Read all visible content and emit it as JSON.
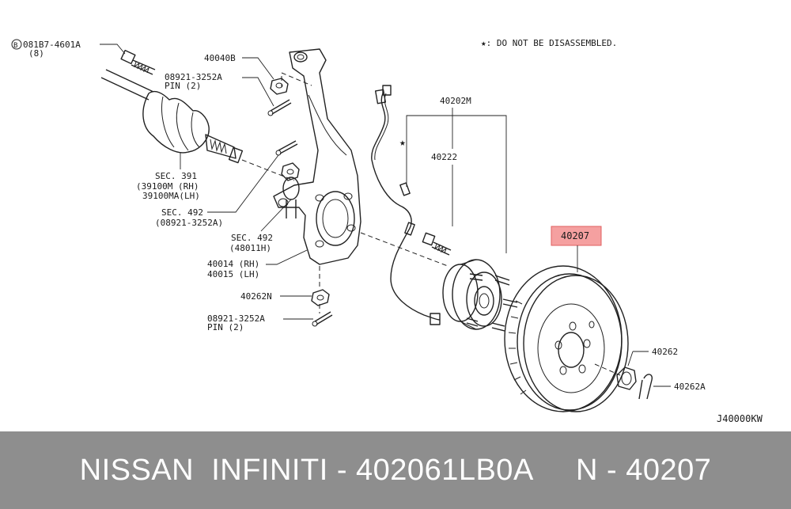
{
  "note": "★: DO NOT BE DISASSEMBLED.",
  "labels": {
    "bolt_code": "081B7-4601A",
    "bolt_qty": "(8)",
    "nut_top": "40040B",
    "pin_top_code": "08921-3252A",
    "pin_top_qty": "PIN (2)",
    "sec391": "SEC. 391",
    "sec391_rh": "(39100M (RH)",
    "sec391_lh": "39100MA(LH)",
    "sec492_a": "SEC. 492",
    "sec492_a_sub": "(08921-3252A)",
    "sec492_b": "SEC. 492",
    "sec492_b_sub": "(48011H)",
    "knuckle_rh": "40014 (RH)",
    "knuckle_lh": "40015 (LH)",
    "nut_bottom": "40262N",
    "pin_bottom_code": "08921-3252A",
    "pin_bottom_qty": "PIN (2)",
    "hub_assy": "40202M",
    "hub": "40222",
    "rotor": "40207",
    "axle_nut": "40262",
    "cotter": "40262A",
    "diagram_code": "J40000KW",
    "star_symbol": "★",
    "circle_b": "B"
  },
  "highlight_color": "#f5a0a0",
  "footer": "NISSAN  INFINITI - 402061LB0A     N - 40207"
}
